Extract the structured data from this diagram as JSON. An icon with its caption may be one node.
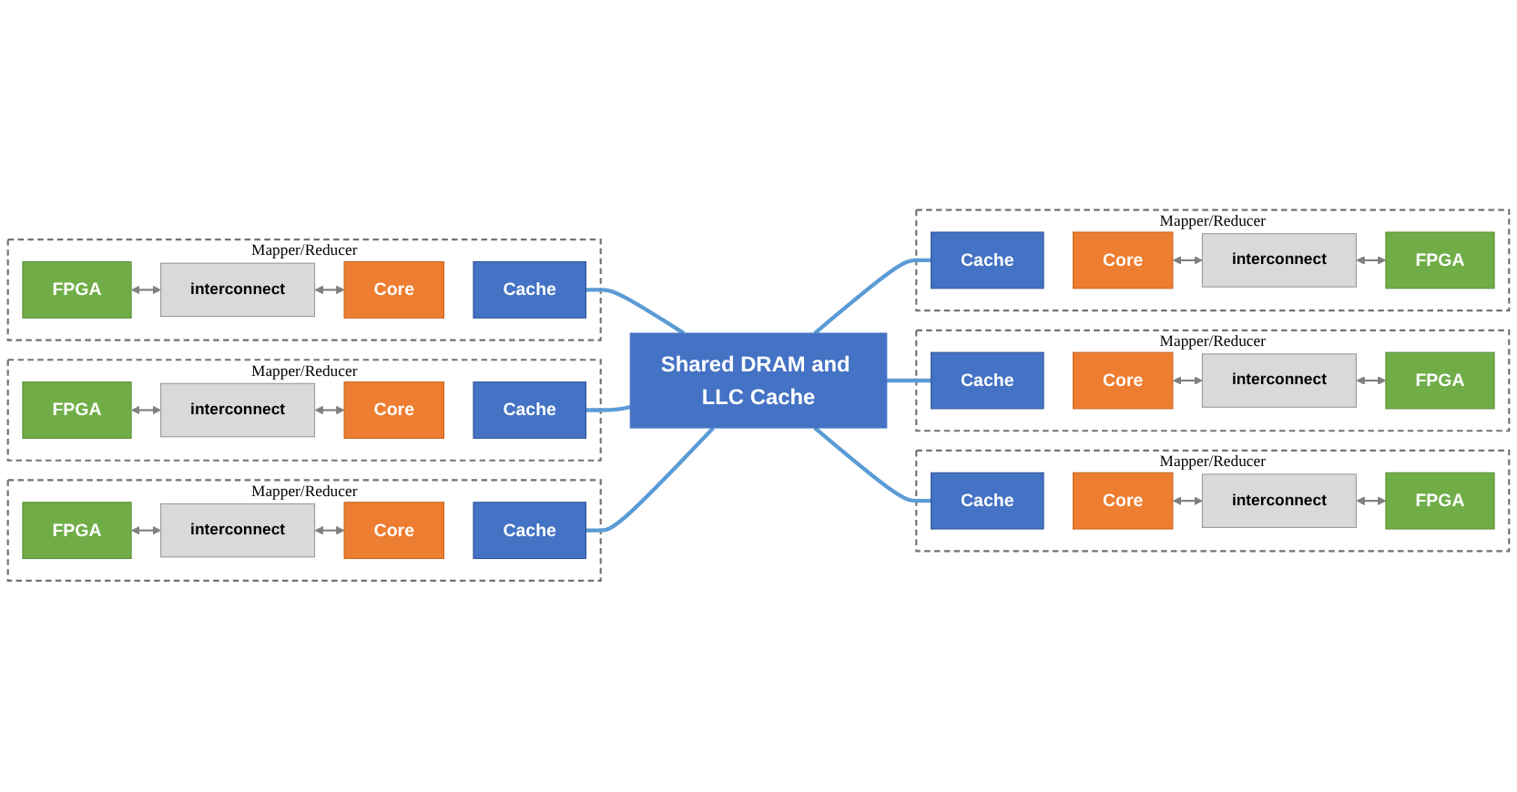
{
  "diagram": {
    "nodes": [
      {
        "text": [
          "Mapper/Reducer"
        ]
      },
      {
        "text": [
          "FPGA"
        ],
        "in": 0
      },
      {
        "text": [
          "interconnect"
        ],
        "in": 0
      },
      {
        "text": [
          "Core"
        ],
        "in": 0
      },
      {
        "text": [
          "Cache"
        ],
        "in": 0
      },
      {
        "text": [
          "Mapper/Reducer"
        ]
      },
      {
        "text": [
          "FPGA"
        ],
        "in": 5
      },
      {
        "text": [
          "interconnect"
        ],
        "in": 5
      },
      {
        "text": [
          "Core"
        ],
        "in": 5
      },
      {
        "text": [
          "Cache"
        ],
        "in": 5
      },
      {
        "text": [
          "Mapper/Reducer"
        ]
      },
      {
        "text": [
          "FPGA"
        ],
        "in": 10
      },
      {
        "text": [
          "interconnect"
        ],
        "in": 10
      },
      {
        "text": [
          "Core"
        ],
        "in": 10
      },
      {
        "text": [
          "Cache"
        ],
        "in": 10
      },
      {
        "text": [
          "Shared DRAM and LLC Cache"
        ]
      },
      {
        "text": [
          "Mapper/Reducer"
        ]
      },
      {
        "text": [
          "FPGA"
        ],
        "in": 16
      },
      {
        "text": [
          "interconnect"
        ],
        "in": 16
      },
      {
        "text": [
          "Cache"
        ],
        "in": 16
      },
      {
        "text": [
          "Core"
        ],
        "in": 16
      },
      {
        "text": [
          "Mapper/Reducer"
        ]
      },
      {
        "text": [
          "FPGA"
        ],
        "in": 21
      },
      {
        "text": [
          "interconnect"
        ],
        "in": 21
      },
      {
        "text": [
          "Cache"
        ],
        "in": 21
      },
      {
        "text": [
          "Core"
        ],
        "in": 21
      },
      {
        "text": [
          "Mapper/Reducer"
        ]
      },
      {
        "text": [
          "FPGA"
        ],
        "in": 26
      },
      {
        "text": [
          "interconnect"
        ],
        "in": 26
      },
      {
        "text": [
          "Cache"
        ],
        "in": 26
      },
      {
        "text": [
          "Core"
        ],
        "in": 26
      }
    ],
    "edges": [
      {
        "from": 1,
        "to": 2,
        "arrow": "both"
      },
      {
        "from": 2,
        "to": 3,
        "arrow": "both"
      },
      {
        "from": 4,
        "to": 15,
        "arrow": "none",
        "color": "#5b9bd5"
      },
      {
        "from": 6,
        "to": 7,
        "arrow": "both"
      },
      {
        "from": 7,
        "to": 8,
        "arrow": "both"
      },
      {
        "from": 9,
        "to": 15,
        "arrow": "none",
        "color": "#5b9bd5"
      },
      {
        "from": 11,
        "to": 12,
        "arrow": "both"
      },
      {
        "from": 12,
        "to": 13,
        "arrow": "both"
      },
      {
        "from": 14,
        "to": 15,
        "arrow": "none",
        "color": "#5b9bd5"
      },
      {
        "from": 15,
        "to": 19,
        "arrow": "none",
        "color": "#5b9bd5"
      },
      {
        "from": 17,
        "to": 18,
        "arrow": "both"
      },
      {
        "from": 18,
        "to": 20,
        "arrow": "both"
      },
      {
        "from": 15,
        "to": 24,
        "arrow": "none",
        "color": "#5b9bd5"
      },
      {
        "from": 22,
        "to": 23,
        "arrow": "both"
      },
      {
        "from": 23,
        "to": 25,
        "arrow": "both"
      },
      {
        "from": 15,
        "to": 29,
        "arrow": "none",
        "color": "#5b9bd5"
      },
      {
        "from": 27,
        "to": 28,
        "arrow": "both"
      },
      {
        "from": 28,
        "to": 30,
        "arrow": "both"
      }
    ]
  }
}
